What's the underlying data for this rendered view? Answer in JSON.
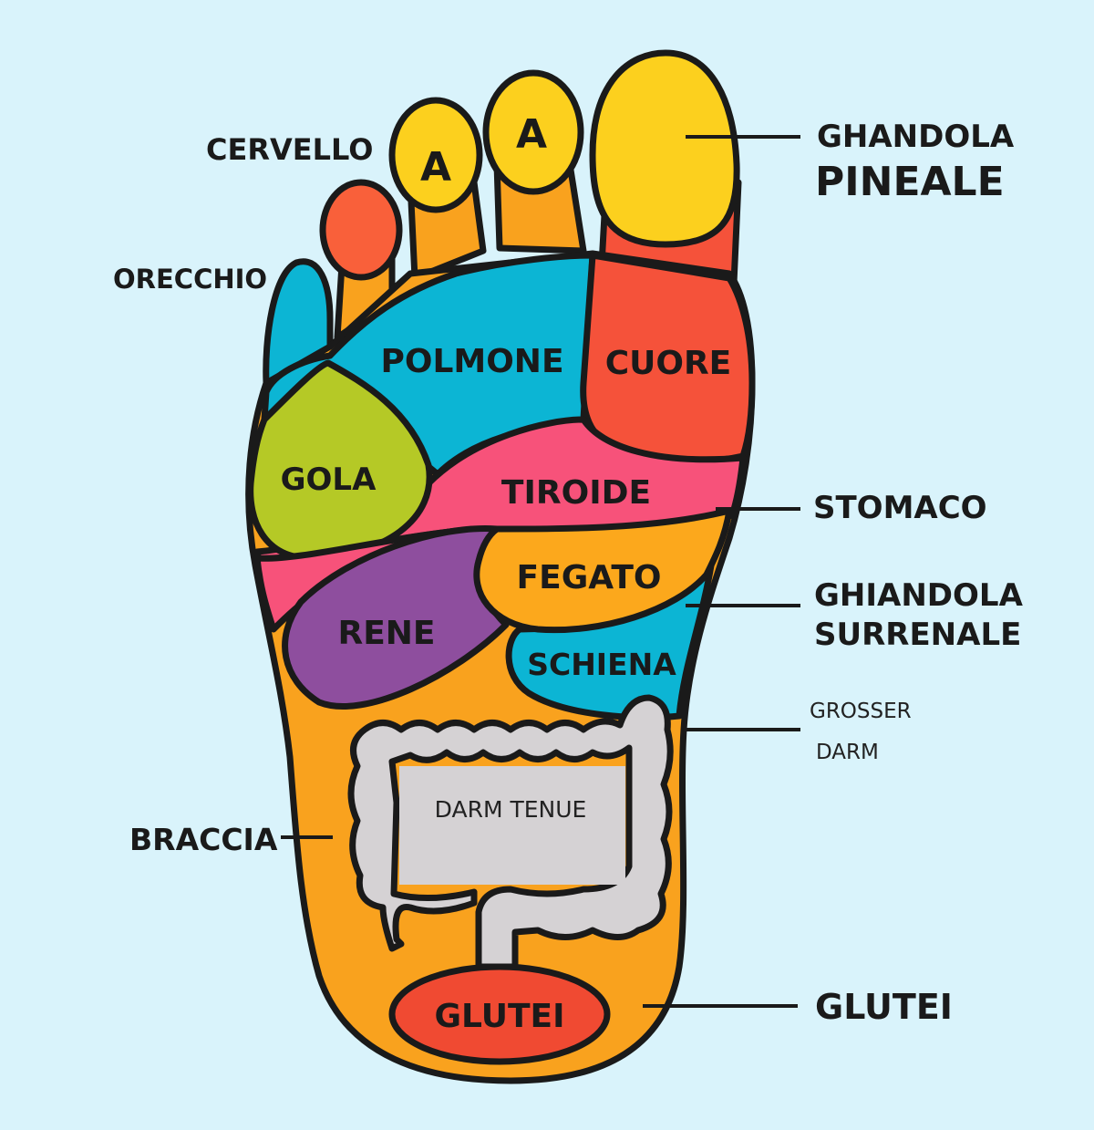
{
  "colors": {
    "background": "#d9f3fb",
    "yellow": "#fcd01e",
    "orange": "#f9a21e",
    "red": "#f5523a",
    "blue": "#0cb5d4",
    "green": "#b5c926",
    "pink": "#f7527a",
    "purple": "#8e4e9e",
    "grey": "#d5d2d4"
  },
  "regions": {
    "toe_a1": "A",
    "toe_a2": "A",
    "polmone": "POLMONE",
    "cuore": "CUORE",
    "gola": "GOLA",
    "tiroide": "TIROIDE",
    "fegato": "FEGATO",
    "rene": "RENE",
    "schiena": "SCHIENA",
    "darm_tenue": "DARM TENUE",
    "glutei": "GLUTEI"
  },
  "callouts": {
    "cervello": "CERVELLO",
    "orecchio": "ORECCHIO",
    "ghandola": "GHANDOLA",
    "pineale": "PINEALE",
    "stomaco": "STOMACO",
    "ghiandola": "GHIANDOLA",
    "surrenale": "SURRENALE",
    "grosser": "GROSSER",
    "darm": "DARM",
    "braccia": "BRACCIA",
    "glutei": "GLUTEI"
  }
}
